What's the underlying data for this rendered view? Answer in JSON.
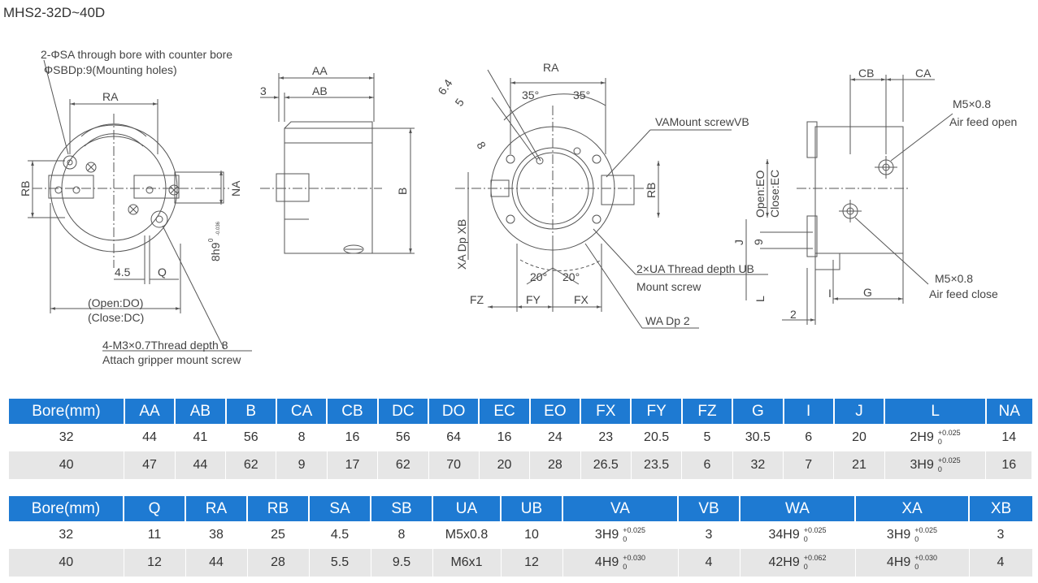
{
  "title": "MHS2-32D~40D",
  "drawing": {
    "labels": {
      "bore_note_1": "2-ΦSA through bore with counter bore",
      "bore_note_2": "ΦSBDp:9(Mounting holes)",
      "ra": "RA",
      "rb": "RB",
      "na": "NA",
      "h8": "8h9",
      "h8_tol_top": "0",
      "h8_tol_bot": "-0.036",
      "four_five": "4.5",
      "q": "Q",
      "open_do": "(Open:DO)",
      "close_dc": "(Close:DC)",
      "thread_note_1": "4-M3×0.7Thread depth 8",
      "thread_note_2": "Attach gripper mount screw",
      "aa": "AA",
      "ab": "AB",
      "three": "3",
      "b": "B",
      "dim_64": "6.4",
      "dim_5": "5",
      "dim_8": "8",
      "ang_35a": "35°",
      "ang_35b": "35°",
      "va_note": "VAMount screwVB",
      "xa_dp": "XA Dp XB",
      "ua_note_1": "2×UA Thread depth UB",
      "ua_note_2": "Mount screw",
      "ang_20a": "20°",
      "ang_20b": "20°",
      "fz": "FZ",
      "fy": "FY",
      "fx": "FX",
      "wa_note": "WA Dp 2",
      "cb": "CB",
      "ca": "CA",
      "m5_open_1": "M5×0.8",
      "m5_open_2": "Air feed open",
      "open_eo": "Open:EO",
      "close_ec": "Close:EC",
      "nine": "9",
      "j": "J",
      "l": "L",
      "i": "I",
      "g": "G",
      "two": "2",
      "m5_close_1": "M5×0.8",
      "m5_close_2": "Air feed close"
    }
  },
  "table1": {
    "headers": [
      "Bore(mm)",
      "AA",
      "AB",
      "B",
      "CA",
      "CB",
      "DC",
      "DO",
      "EC",
      "EO",
      "FX",
      "FY",
      "FZ",
      "G",
      "I",
      "J",
      "L",
      "NA"
    ],
    "rows": [
      {
        "bore": "32",
        "aa": "44",
        "ab": "41",
        "b": "56",
        "ca": "8",
        "cb": "16",
        "dc": "56",
        "do": "64",
        "ec": "16",
        "eo": "24",
        "fx": "23",
        "fy": "20.5",
        "fz": "5",
        "g": "30.5",
        "i": "6",
        "j": "20",
        "l": "2H9",
        "l_tol_top": "+0.025",
        "l_tol_bot": "0",
        "na": "14"
      },
      {
        "bore": "40",
        "aa": "47",
        "ab": "44",
        "b": "62",
        "ca": "9",
        "cb": "17",
        "dc": "62",
        "do": "70",
        "ec": "20",
        "eo": "28",
        "fx": "26.5",
        "fy": "23.5",
        "fz": "6",
        "g": "32",
        "i": "7",
        "j": "21",
        "l": "3H9",
        "l_tol_top": "+0.025",
        "l_tol_bot": "0",
        "na": "16"
      }
    ]
  },
  "table2": {
    "headers": [
      "Bore(mm)",
      "Q",
      "RA",
      "RB",
      "SA",
      "SB",
      "UA",
      "UB",
      "VA",
      "VB",
      "WA",
      "XA",
      "XB"
    ],
    "rows": [
      {
        "bore": "32",
        "q": "11",
        "ra": "38",
        "rb": "25",
        "sa": "4.5",
        "sb": "8",
        "ua": "M5x0.8",
        "ub": "10",
        "va": "3H9",
        "va_tol_top": "+0.025",
        "va_tol_bot": "0",
        "vb": "3",
        "wa": "34H9",
        "wa_tol_top": "+0.025",
        "wa_tol_bot": "0",
        "xa": "3H9",
        "xa_tol_top": "+0.025",
        "xa_tol_bot": "0",
        "xb": "3"
      },
      {
        "bore": "40",
        "q": "12",
        "ra": "44",
        "rb": "28",
        "sa": "5.5",
        "sb": "9.5",
        "ua": "M6x1",
        "ub": "12",
        "va": "4H9",
        "va_tol_top": "+0.030",
        "va_tol_bot": "0",
        "vb": "4",
        "wa": "42H9",
        "wa_tol_top": "+0.062",
        "wa_tol_bot": "0",
        "xa": "4H9",
        "xa_tol_top": "+0.030",
        "xa_tol_bot": "0",
        "xb": "4"
      }
    ]
  }
}
